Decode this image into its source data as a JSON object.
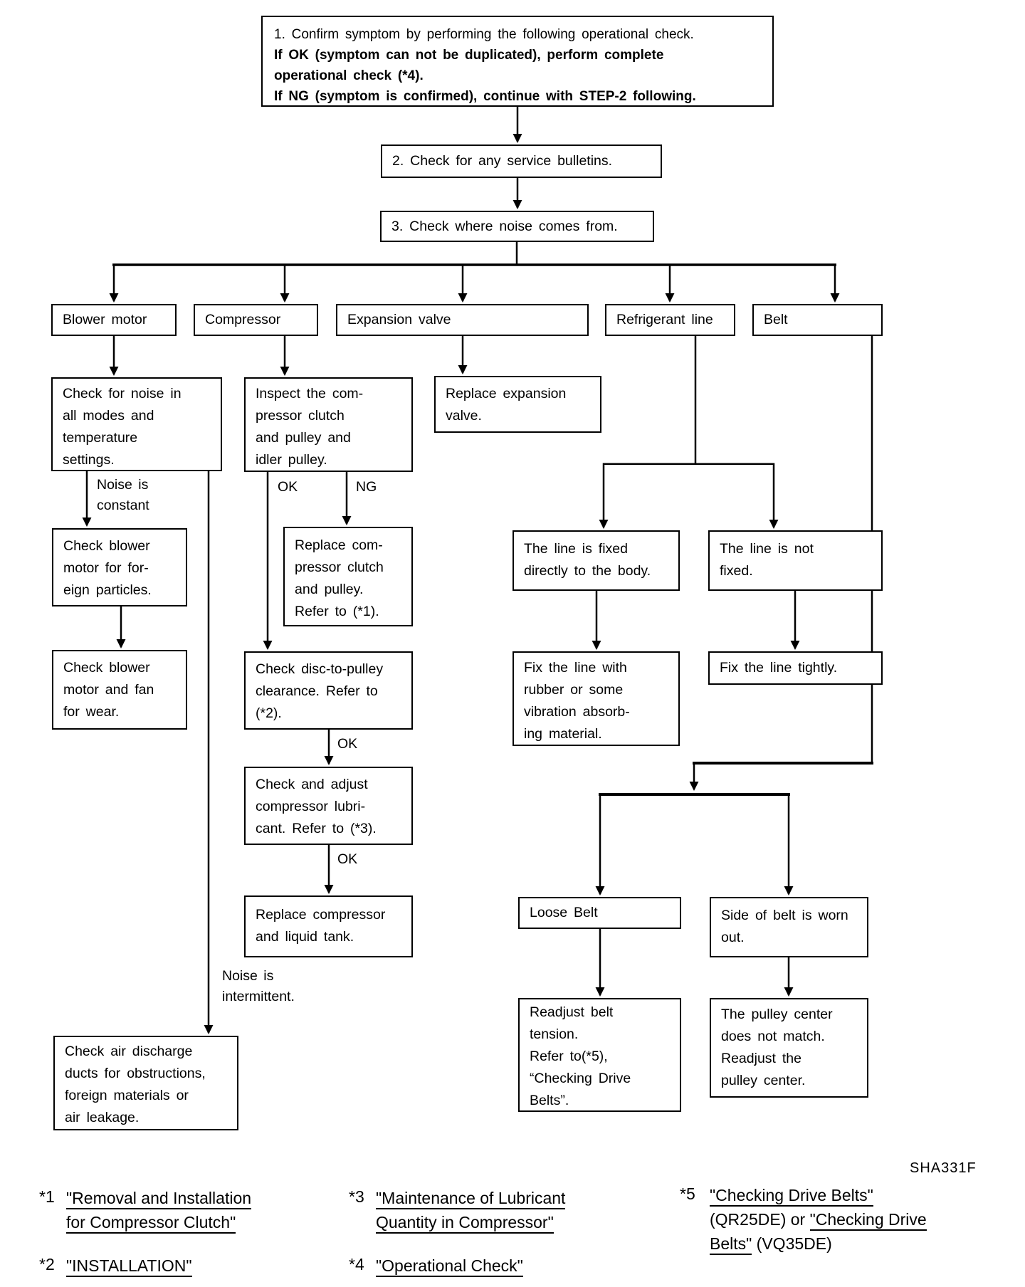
{
  "figure_code": "SHA331F",
  "nodes": {
    "step1": {
      "line1": "1. Confirm symptom by performing the following operational check.",
      "line2": "If OK (symptom can not be duplicated), perform complete",
      "line3": "operational check (*4).",
      "line4": "If NG (symptom is confirmed), continue with STEP-2 following."
    },
    "step2": {
      "text": "2. Check for any service bulletins."
    },
    "step3": {
      "text": "3. Check where noise comes from."
    },
    "blower_header": {
      "text": "Blower motor"
    },
    "compressor_header": {
      "text": "Compressor"
    },
    "expansion_header": {
      "text": "Expansion valve"
    },
    "refrigerant_header": {
      "text": "Refrigerant line"
    },
    "belt_header": {
      "text": "Belt"
    },
    "blower_check": {
      "lines": [
        "Check for noise in",
        "all modes and",
        "temperature",
        "settings."
      ]
    },
    "blower_foreign": {
      "lines": [
        "Check blower",
        "motor for for-",
        "eign particles."
      ]
    },
    "blower_wear": {
      "lines": [
        "Check blower",
        "motor and fan",
        "for wear."
      ]
    },
    "air_discharge": {
      "lines": [
        "Check air discharge",
        "ducts for obstructions,",
        "foreign materials or",
        "air leakage."
      ]
    },
    "inspect_clutch": {
      "lines": [
        "Inspect the com-",
        "pressor clutch",
        "and pulley and",
        "idler pulley."
      ]
    },
    "replace_clutch": {
      "lines": [
        "Replace com-",
        "pressor clutch",
        "and pulley.",
        "Refer to (*1)."
      ]
    },
    "disc_clearance": {
      "lines": [
        "Check disc-to-pulley",
        "clearance. Refer to",
        "(*2)."
      ]
    },
    "adjust_lubricant": {
      "lines": [
        "Check and adjust",
        "compressor lubri-",
        "cant. Refer to (*3)."
      ]
    },
    "replace_compressor": {
      "lines": [
        "Replace compressor",
        "and liquid tank."
      ]
    },
    "replace_expansion": {
      "lines": [
        "Replace expansion",
        "valve."
      ]
    },
    "line_fixed": {
      "lines": [
        "The line is fixed",
        "directly to the body."
      ]
    },
    "line_not_fixed": {
      "lines": [
        "The line is not",
        "fixed."
      ]
    },
    "fix_rubber": {
      "lines": [
        "Fix the line with",
        "rubber or some",
        "vibration absorb-",
        "ing material."
      ]
    },
    "fix_tightly": {
      "lines": [
        "Fix the line tightly."
      ]
    },
    "loose_belt": {
      "lines": [
        "Loose Belt"
      ]
    },
    "belt_worn": {
      "lines": [
        "Side of belt is worn",
        "out."
      ]
    },
    "readjust_tension": {
      "lines": [
        "Readjust belt",
        "tension.",
        "Refer to(*5),",
        "“Checking Drive",
        "Belts”."
      ]
    },
    "pulley_center": {
      "lines": [
        "The pulley center",
        "does not match.",
        "Readjust the",
        "pulley center."
      ]
    }
  },
  "edge_labels": {
    "noise_constant": {
      "lines": [
        "Noise is",
        "constant"
      ]
    },
    "noise_intermittent": {
      "lines": [
        "Noise is",
        "intermittent."
      ]
    },
    "inspect_ok": "OK",
    "inspect_ng": "NG",
    "disc_ok": "OK",
    "lubricant_ok": "OK"
  },
  "footnotes": {
    "f1": {
      "marker": "*1",
      "line1": "\"Removal and Installation",
      "line2": "for Compressor Clutch\""
    },
    "f2": {
      "marker": "*2",
      "line1": "\"INSTALLATION\""
    },
    "f3": {
      "marker": "*3",
      "line1": "\"Maintenance of Lubricant",
      "line2": "Quantity in Compressor\""
    },
    "f4": {
      "marker": "*4",
      "line1": "\"Operational Check\""
    },
    "f5": {
      "marker": "*5",
      "line1": "\"Checking Drive Belts\"",
      "line2_plain": "(QR25DE) or ",
      "line2_link": "\"Checking Drive",
      "line3_link": "Belts\"",
      "line3_plain": " (VQ35DE)"
    }
  }
}
